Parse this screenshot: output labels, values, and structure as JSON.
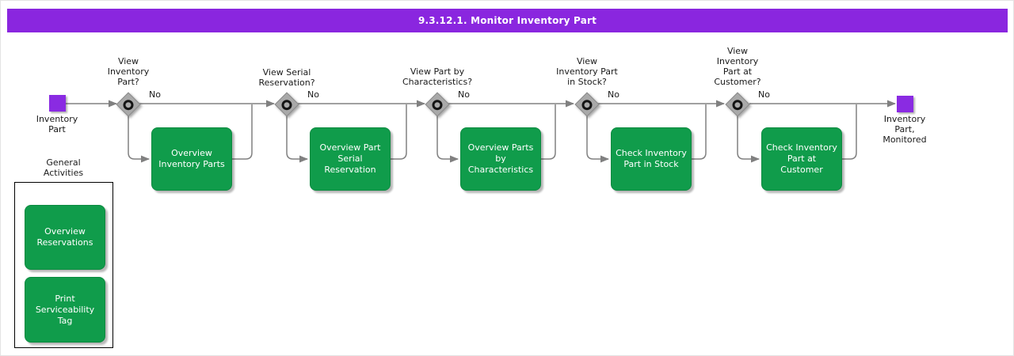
{
  "title": "9.3.12.1. Monitor Inventory Part",
  "colors": {
    "banner": "#8a26df",
    "event": "#8a2be2",
    "activity": "#109c4b",
    "gateway": "#a9a9a9",
    "connector": "#808080"
  },
  "start_event": {
    "label": "Inventory\nPart"
  },
  "end_event": {
    "label": "Inventory\nPart,\nMonitored"
  },
  "stages": [
    {
      "question": "View\nInventory\nPart?",
      "no_label": "No",
      "activity": "Overview\nInventory Parts"
    },
    {
      "question": "View Serial\nReservation?",
      "no_label": "No",
      "activity": "Overview Part\nSerial\nReservation"
    },
    {
      "question": "View Part by\nCharacteristics?",
      "no_label": "No",
      "activity": "Overview Parts\nby\nCharacteristics"
    },
    {
      "question": "View\nInventory Part\nin Stock?",
      "no_label": "No",
      "activity": "Check Inventory\nPart in Stock"
    },
    {
      "question": "View\nInventory\nPart at\nCustomer?",
      "no_label": "No",
      "activity": "Check Inventory\nPart at\nCustomer"
    }
  ],
  "general_activities": {
    "label": "General\nActivities",
    "items": [
      "Overview\nReservations",
      "Print\nServiceability\nTag"
    ]
  }
}
